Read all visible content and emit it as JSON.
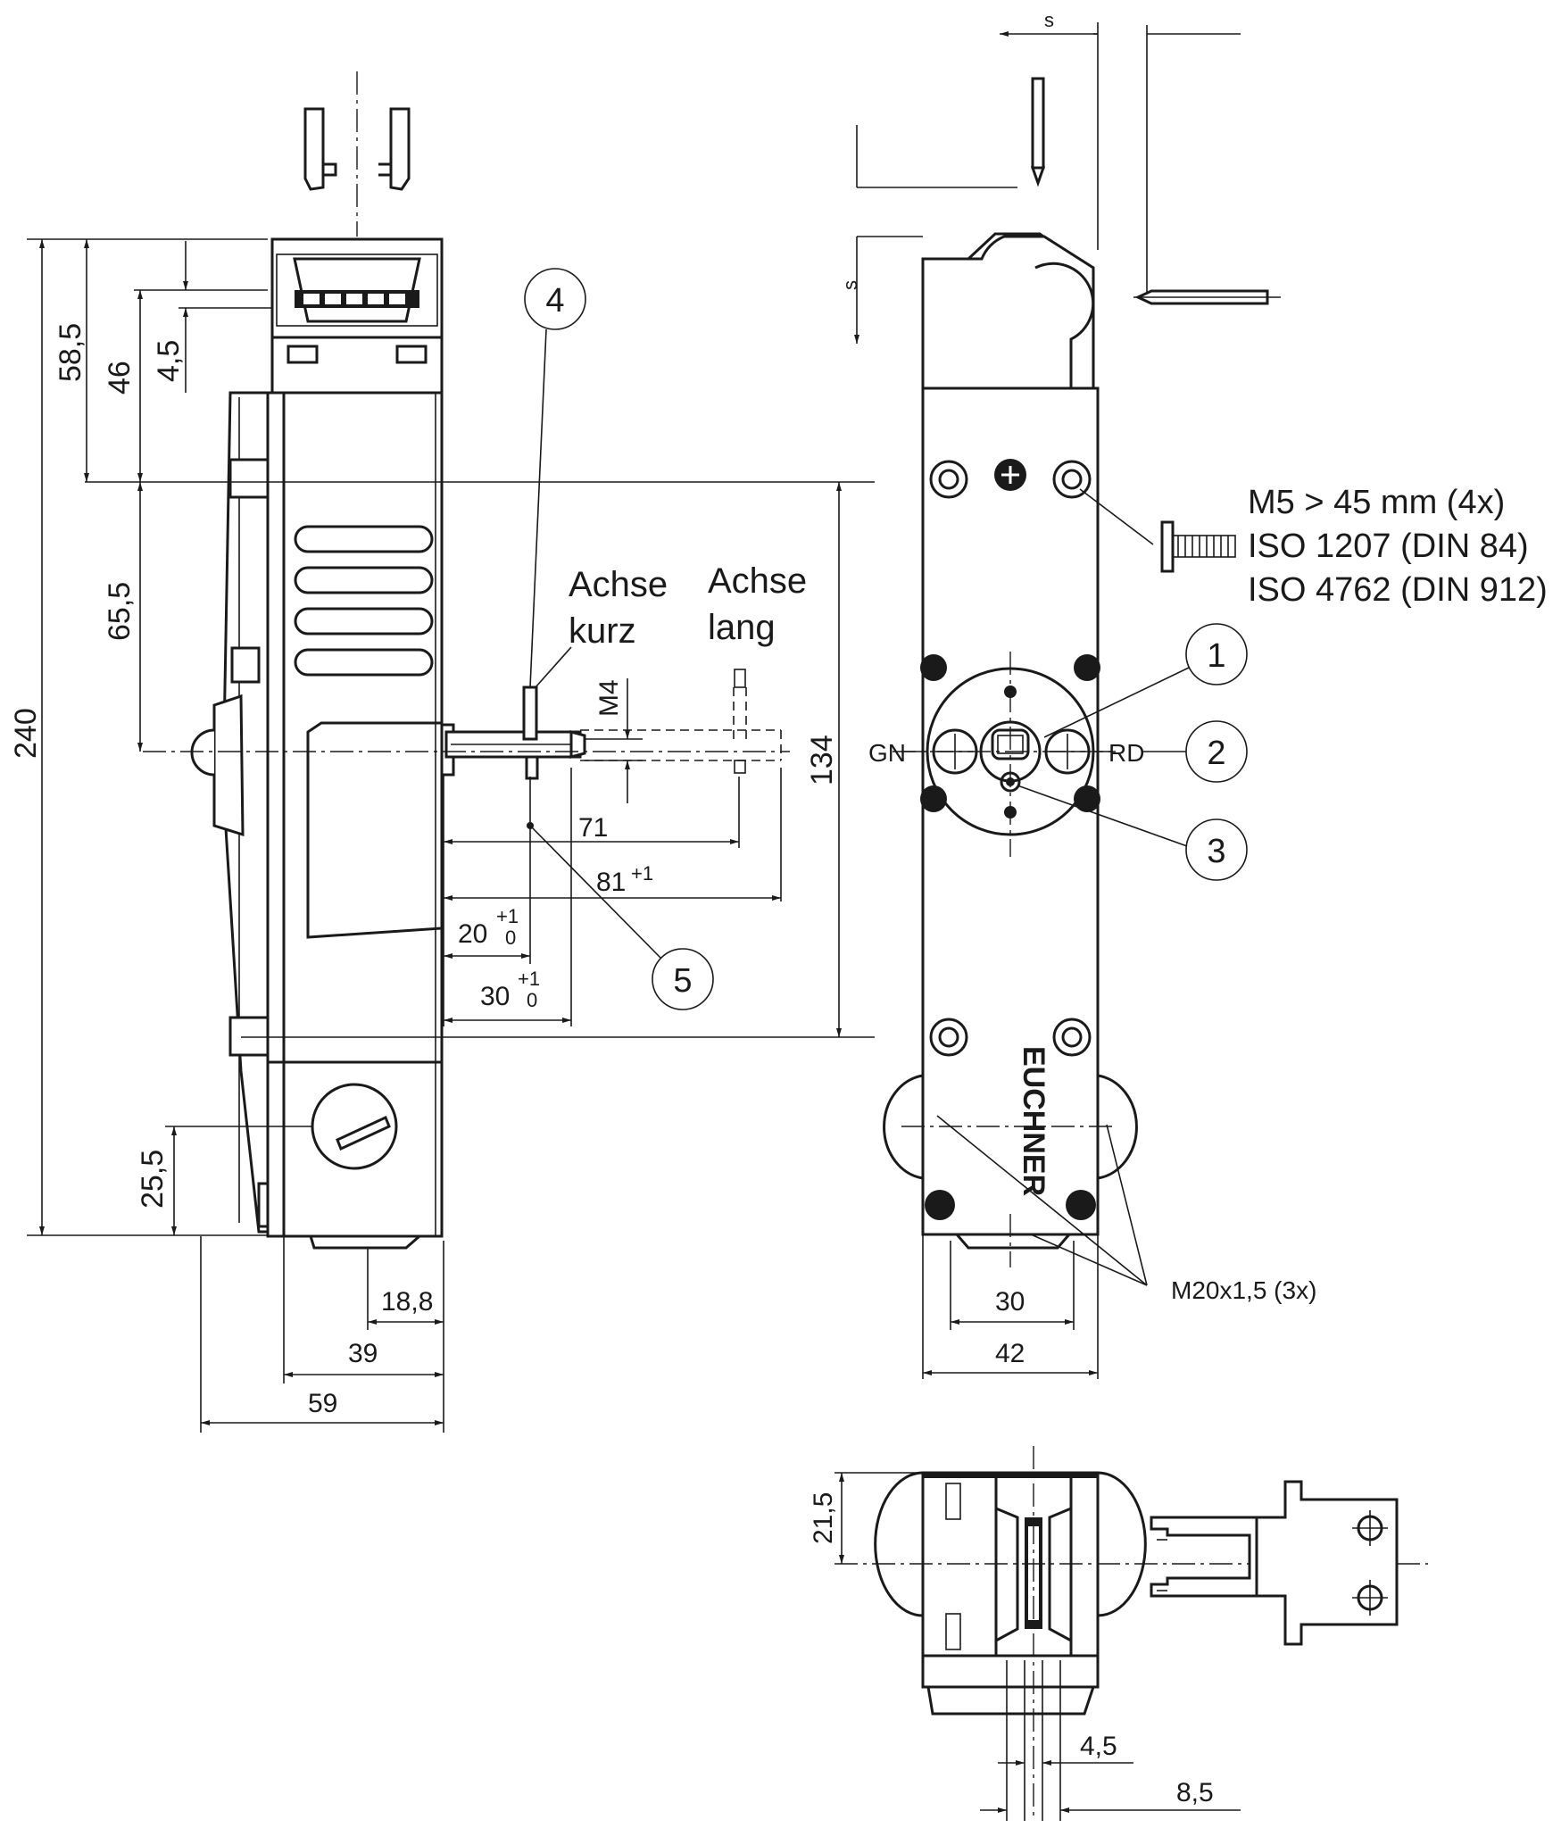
{
  "dimensions": {
    "d240": "240",
    "d58_5": "58,5",
    "d46": "46",
    "d4_5v": "4,5",
    "d65_5": "65,5",
    "d25_5": "25,5",
    "d134": "134",
    "dM4": "M4",
    "d71": "71",
    "d81": "81",
    "d81_tol": "+1",
    "d20": "20",
    "d20_tol_up": "+1",
    "d20_tol_lo": "0",
    "d30": "30",
    "d30_tol_up": "+1",
    "d30_tol_lo": "0",
    "d18_8": "18,8",
    "d39": "39",
    "d59": "59",
    "d30b": "30",
    "d42": "42",
    "d21_5": "21,5",
    "d4_5h": "4,5",
    "d8_5": "8,5",
    "s_top": "s",
    "s_side": "s"
  },
  "labels": {
    "achse_kurz_1": "Achse",
    "achse_kurz_2": "kurz",
    "achse_lang_1": "Achse",
    "achse_lang_2": "lang",
    "gn": "GN",
    "rd": "RD",
    "screw_1": "M5 > 45 mm (4x)",
    "screw_2": "ISO 1207 (DIN 84)",
    "screw_3": "ISO 4762 (DIN 912)",
    "thread": "M20x1,5 (3x)",
    "brand": "EUCHNER"
  },
  "callouts": [
    "1",
    "2",
    "3",
    "4",
    "5"
  ]
}
